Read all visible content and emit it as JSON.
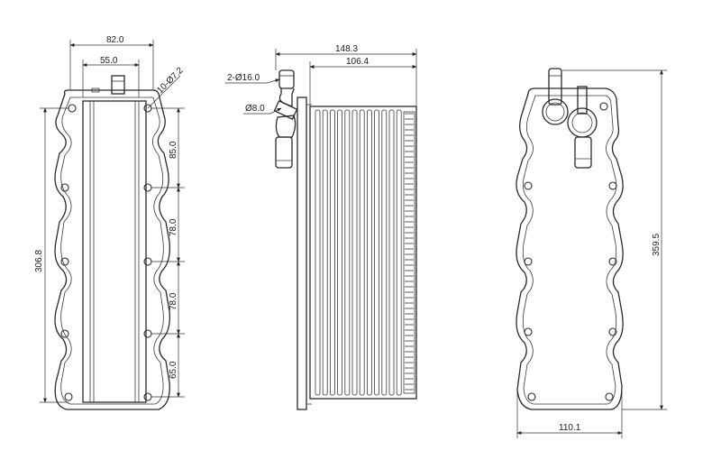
{
  "left_view": {
    "width_overall": "82.0",
    "width_inner": "55.0",
    "hole_callout": "10-Ø7.2",
    "height_overall": "306.8",
    "pitch_1": "85.0",
    "pitch_2": "78.0",
    "pitch_3": "78.0",
    "pitch_4": "65.0"
  },
  "side_view": {
    "depth_overall": "148.3",
    "core_depth": "106.4",
    "port_callout": "2-Ø16.0",
    "small_port_callout": "Ø8.0"
  },
  "right_view": {
    "height_overall": "359.5",
    "width_overall": "110.1"
  }
}
